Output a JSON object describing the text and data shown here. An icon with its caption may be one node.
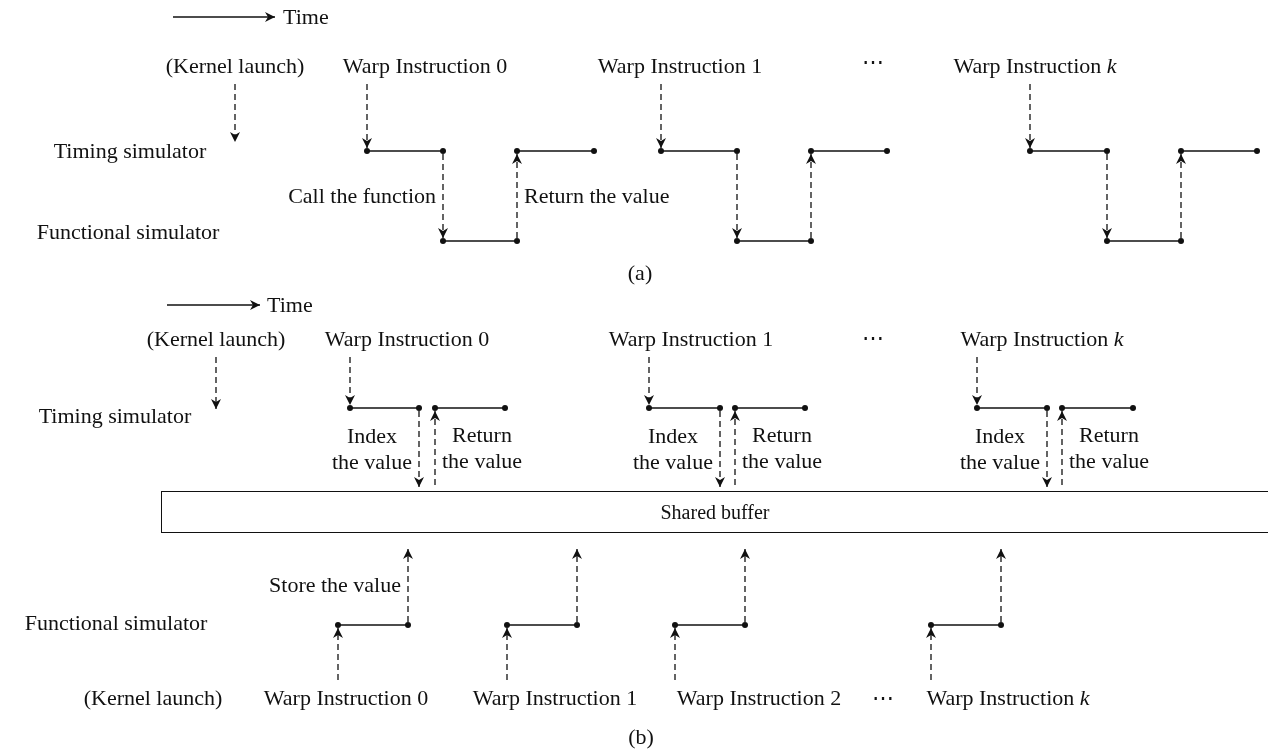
{
  "diagram": {
    "nodes": [
      {
        "text": [
          "(Kernel launch)"
        ]
      },
      {
        "text": [
          "Warp Instruction 0"
        ]
      },
      {
        "text": [
          "Warp Instruction 1"
        ]
      },
      {
        "text": [
          "Warp Instruction *k*"
        ]
      },
      {
        "text": [],
        "shape": "segment"
      },
      {
        "text": [],
        "shape": "segment"
      },
      {
        "text": [],
        "shape": "segment"
      },
      {
        "text": [],
        "shape": "segment"
      },
      {
        "text": [],
        "shape": "segment"
      },
      {
        "text": [],
        "shape": "segment"
      },
      {
        "text": [],
        "shape": "segment"
      },
      {
        "text": [],
        "shape": "segment"
      },
      {
        "text": [],
        "shape": "segment"
      },
      {
        "text": [
          "(Kernel launch)"
        ]
      },
      {
        "text": [
          "Warp Instruction 0"
        ]
      },
      {
        "text": [
          "Warp Instruction 1"
        ]
      },
      {
        "text": [
          "Warp Instruction *k*"
        ]
      },
      {
        "text": [],
        "shape": "segment"
      },
      {
        "text": [],
        "shape": "segment"
      },
      {
        "text": [],
        "shape": "segment"
      },
      {
        "text": [],
        "shape": "segment"
      },
      {
        "text": [],
        "shape": "segment"
      },
      {
        "text": [],
        "shape": "segment"
      },
      {
        "text": [
          "Shared buffer"
        ]
      },
      {
        "text": [],
        "shape": "segment"
      },
      {
        "text": [],
        "shape": "segment"
      },
      {
        "text": [],
        "shape": "segment"
      },
      {
        "text": [],
        "shape": "segment"
      },
      {
        "text": [
          "Warp Instruction 0"
        ]
      },
      {
        "text": [
          "Warp Instruction 1"
        ]
      },
      {
        "text": [
          "Warp Instruction 2"
        ]
      },
      {
        "text": [
          "Warp Instruction *k*"
        ]
      }
    ],
    "edges": [
      {
        "from": 0,
        "to": null,
        "arrow": "to",
        "style": "dashed"
      },
      {
        "from": 1,
        "to": 4,
        "arrow": "to",
        "style": "dashed"
      },
      {
        "from": 4,
        "to": 5,
        "arrow": "to",
        "style": "dashed",
        "label": "Call the function"
      },
      {
        "from": 5,
        "to": 6,
        "arrow": "to",
        "style": "dashed",
        "label": "Return the value"
      },
      {
        "from": 2,
        "to": 7,
        "arrow": "to",
        "style": "dashed"
      },
      {
        "from": 7,
        "to": 8,
        "arrow": "to",
        "style": "dashed"
      },
      {
        "from": 8,
        "to": 9,
        "arrow": "to",
        "style": "dashed"
      },
      {
        "from": 3,
        "to": 10,
        "arrow": "to",
        "style": "dashed"
      },
      {
        "from": 10,
        "to": 11,
        "arrow": "to",
        "style": "dashed"
      },
      {
        "from": 11,
        "to": 12,
        "arrow": "to",
        "style": "dashed"
      },
      {
        "from": 13,
        "to": null,
        "arrow": "to",
        "style": "dashed"
      },
      {
        "from": 14,
        "to": 17,
        "arrow": "to",
        "style": "dashed"
      },
      {
        "from": 17,
        "to": 23,
        "arrow": "to",
        "style": "dashed",
        "label": "Index the value"
      },
      {
        "from": 23,
        "to": 18,
        "arrow": "to",
        "style": "dashed",
        "label": "Return the value"
      },
      {
        "from": 15,
        "to": 19,
        "arrow": "to",
        "style": "dashed"
      },
      {
        "from": 19,
        "to": 23,
        "arrow": "to",
        "style": "dashed",
        "label": "Index the value"
      },
      {
        "from": 23,
        "to": 20,
        "arrow": "to",
        "style": "dashed",
        "label": "Return the value"
      },
      {
        "from": 16,
        "to": 21,
        "arrow": "to",
        "style": "dashed"
      },
      {
        "from": 21,
        "to": 23,
        "arrow": "to",
        "style": "dashed",
        "label": "Index the value"
      },
      {
        "from": 23,
        "to": 22,
        "arrow": "to",
        "style": "dashed",
        "label": "Return the value"
      },
      {
        "from": 28,
        "to": 24,
        "arrow": "to",
        "style": "dashed"
      },
      {
        "from": 24,
        "to": 23,
        "arrow": "to",
        "style": "dashed",
        "label": "Store the value"
      },
      {
        "from": 29,
        "to": 25,
        "arrow": "to",
        "style": "dashed"
      },
      {
        "from": 25,
        "to": 23,
        "arrow": "to",
        "style": "dashed"
      },
      {
        "from": 30,
        "to": 26,
        "arrow": "to",
        "style": "dashed"
      },
      {
        "from": 26,
        "to": 23,
        "arrow": "to",
        "style": "dashed"
      },
      {
        "from": 31,
        "to": 27,
        "arrow": "to",
        "style": "dashed"
      },
      {
        "from": 27,
        "to": 23,
        "arrow": "to",
        "style": "dashed"
      }
    ],
    "labels": [
      "Time",
      "⋯",
      "Timing simulator",
      "Functional simulator",
      "(a)",
      "Time",
      "⋯",
      "Timing simulator",
      "Functional simulator",
      "(Kernel launch)",
      "⋯",
      "(b)"
    ]
  }
}
